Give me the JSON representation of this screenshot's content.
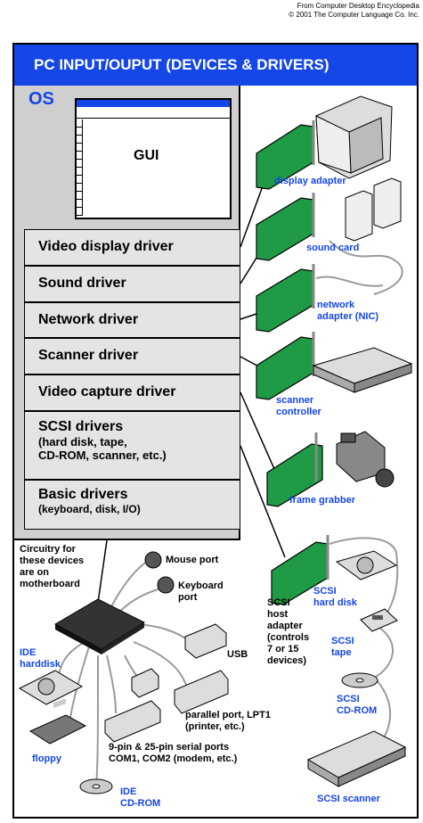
{
  "credit": {
    "line1": "From Computer Desktop Encyclopedia",
    "line2": "© 2001 The Computer Language Co. Inc."
  },
  "title": "PC INPUT/OUPUT (DEVICES & DRIVERS)",
  "os": {
    "label": "OS",
    "gui_label": "GUI"
  },
  "drivers": [
    {
      "label": "Video display driver"
    },
    {
      "label": "Sound driver"
    },
    {
      "label": "Network driver"
    },
    {
      "label": "Scanner driver"
    },
    {
      "label": "Video capture driver"
    },
    {
      "label": "SCSI drivers",
      "sub1": "(hard disk, tape,",
      "sub2": "CD-ROM, scanner, etc.)"
    },
    {
      "label": "Basic drivers",
      "sub1": "(keyboard, disk, I/O)"
    }
  ],
  "cards": {
    "display_adapter": "display adapter",
    "sound_card": "sound card",
    "network_adapter_1": "network",
    "network_adapter_2": "adapter (NIC)",
    "scanner_controller_1": "scanner",
    "scanner_controller_2": "controller",
    "frame_grabber": "frame grabber",
    "scsi_host": [
      "SCSI",
      "host",
      "adapter",
      "(controls",
      "7 or 15",
      "devices)"
    ]
  },
  "scsi_devices": {
    "hard_disk_1": "SCSI",
    "hard_disk_2": "hard disk",
    "tape_1": "SCSI",
    "tape_2": "tape",
    "cdrom_1": "SCSI",
    "cdrom_2": "CD-ROM",
    "scanner": "SCSI scanner"
  },
  "motherboard": {
    "circuitry": [
      "Circuitry for",
      "these devices",
      "are on",
      "motherboard"
    ],
    "mouse_port": "Mouse port",
    "keyboard_port_1": "Keyboard",
    "keyboard_port_2": "port",
    "usb": "USB",
    "ide_hard_disk_1": "IDE",
    "ide_hard_disk_2": "harddisk",
    "floppy": "floppy",
    "parallel_1": "parallel port, LPT1",
    "parallel_2": "(printer, etc.)",
    "serial_1": "9-pin & 25-pin serial ports",
    "serial_2": "COM1, COM2 (modem, etc.)",
    "ide_cdrom_1": "IDE",
    "ide_cdrom_2": "CD-ROM"
  },
  "colors": {
    "title_bg": "#1446e8",
    "os_bg": "#cfcfcf",
    "driver_bg": "#e4e4e4",
    "board_green": "#1f9a45",
    "cable": "#9a9a9a"
  }
}
